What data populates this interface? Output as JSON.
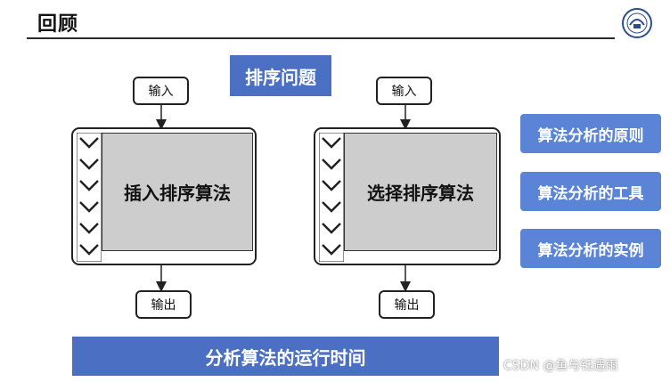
{
  "slide": {
    "title": "回顾",
    "problem_label": "排序问题",
    "input_label": "输入",
    "output_label": "输出",
    "algorithms": [
      {
        "name": "插入排序算法"
      },
      {
        "name": "选择排序算法"
      }
    ],
    "side_buttons": [
      "算法分析的原则",
      "算法分析的工具",
      "算法分析的实例"
    ],
    "bottom_bar": "分析算法的运行时间",
    "watermark": "CSDN @鱼与钰遇雨"
  },
  "colors": {
    "blue_primary": "#4a6fc3",
    "blue_side": "#5b84d6",
    "gray_inner": "#cdcdcd"
  }
}
